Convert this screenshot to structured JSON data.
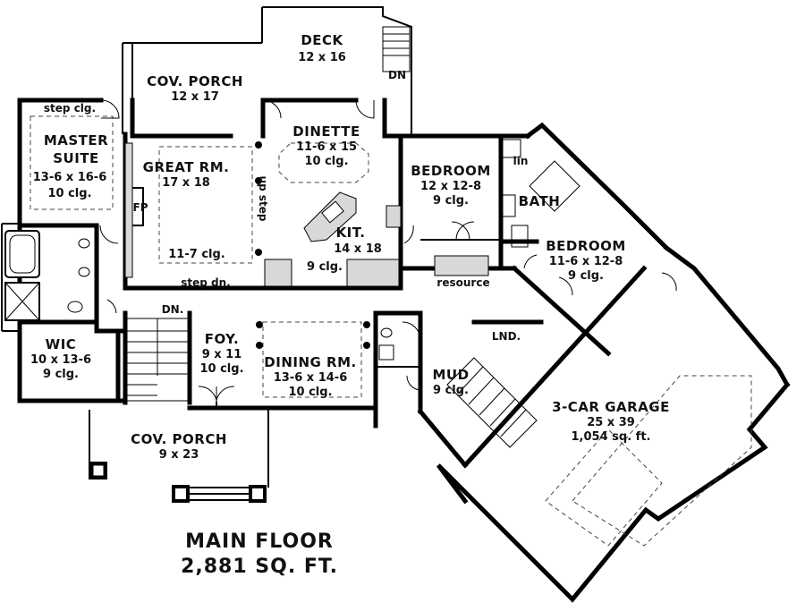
{
  "rooms": {
    "deck": {
      "name": "DECK",
      "dims": "12 x 16"
    },
    "deck_stair": {
      "label": "DN"
    },
    "rear_porch": {
      "name": "COV. PORCH",
      "dims": "12 x 17"
    },
    "master_step": {
      "label": "step clg."
    },
    "master": {
      "name_1": "MASTER",
      "name_2": "SUITE",
      "dims": "13-6 x 16-6",
      "ceiling": "10 clg."
    },
    "great": {
      "name": "GREAT RM.",
      "dims": "17 x 18",
      "ceiling": "11-7 clg.",
      "fireplace": "FP",
      "step_up": "up step",
      "step_dn": "step dn."
    },
    "dinette": {
      "name": "DINETTE",
      "dims": "11-6 x 15",
      "ceiling": "10 clg."
    },
    "kitchen": {
      "name": "KIT.",
      "dims": "14 x 18",
      "ceiling": "9 clg."
    },
    "bedroom_1": {
      "name": "BEDROOM",
      "dims": "12 x 12-8",
      "ceiling": "9 clg."
    },
    "linen": {
      "label": "lin"
    },
    "bath": {
      "name": "BATH"
    },
    "bedroom_2": {
      "name": "BEDROOM",
      "dims": "11-6 x 12-8",
      "ceiling": "9 clg."
    },
    "resource": {
      "label": "resource"
    },
    "wic": {
      "name": "WIC",
      "dims": "10 x 13-6",
      "ceiling": "9 clg."
    },
    "stair": {
      "label": "DN."
    },
    "foyer": {
      "name": "FOY.",
      "dims": "9 x 11",
      "ceiling": "10 clg."
    },
    "dining": {
      "name": "DINING RM.",
      "dims": "13-6 x 14-6",
      "ceiling": "10 clg."
    },
    "laundry": {
      "label": "LND."
    },
    "mud": {
      "name": "MUD",
      "ceiling": "9 clg."
    },
    "garage": {
      "name": "3-CAR GARAGE",
      "dims": "25 x 39",
      "area": "1,054 sq. ft."
    },
    "front_porch": {
      "name": "COV. PORCH",
      "dims": "9 x 23"
    }
  },
  "title": {
    "line_1": "MAIN FLOOR",
    "line_2": "2,881 SQ. FT."
  }
}
